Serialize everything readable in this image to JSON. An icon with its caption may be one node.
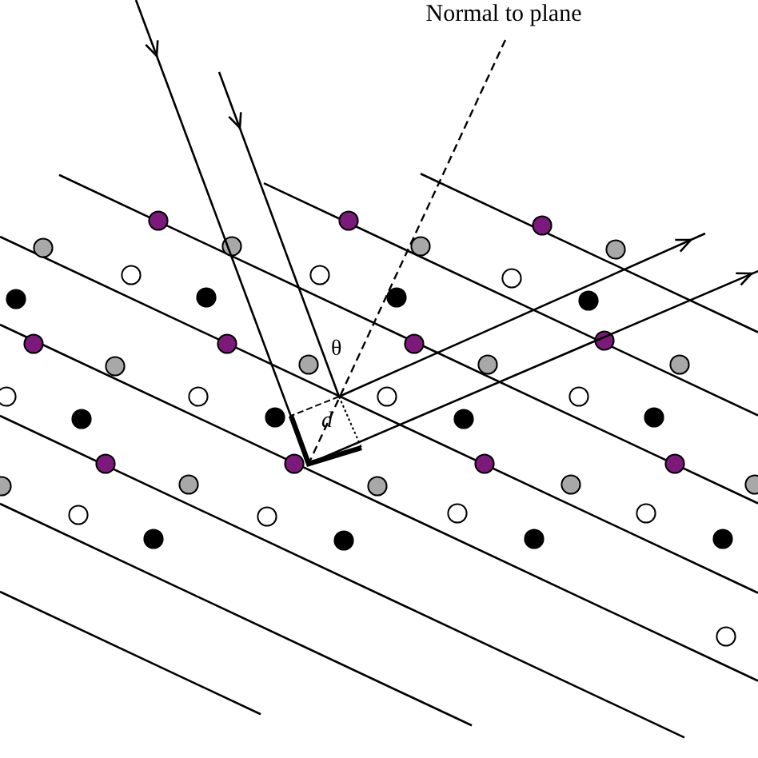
{
  "diagram": {
    "labels": [
      "Normal to plane",
      "θ",
      "d"
    ]
  }
}
